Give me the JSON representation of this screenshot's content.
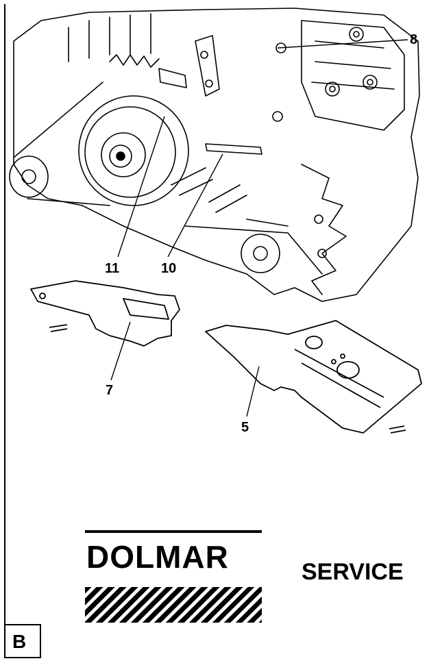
{
  "callouts": {
    "c8": "8",
    "c11": "11",
    "c10": "10",
    "c7": "7",
    "c5": "5"
  },
  "brand": {
    "logo": "DOLMAR",
    "service": "SERVICE"
  },
  "section_tab": "B"
}
